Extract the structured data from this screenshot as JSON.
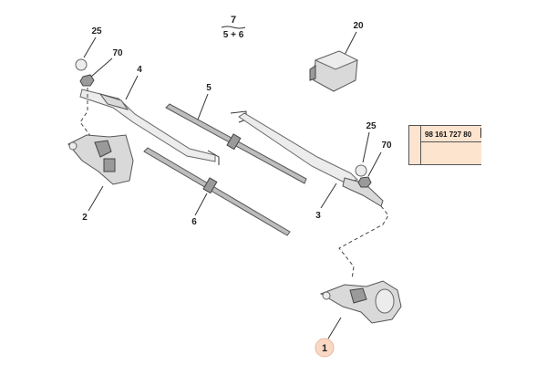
{
  "diagram": {
    "labels": {
      "p1": "1",
      "p2": "2",
      "p3": "3",
      "p4": "4",
      "p5": "5",
      "p6": "6",
      "p7": "7",
      "p5plus6": "5 + 6",
      "p20": "20",
      "p25_left": "25",
      "p70_left": "70",
      "p25_right": "25",
      "p70_right": "70"
    },
    "reference": {
      "part_number": "98 161 727 80"
    },
    "colors": {
      "highlight_circle": "#f9d9c6",
      "reference_box": "#fde4cf"
    }
  }
}
